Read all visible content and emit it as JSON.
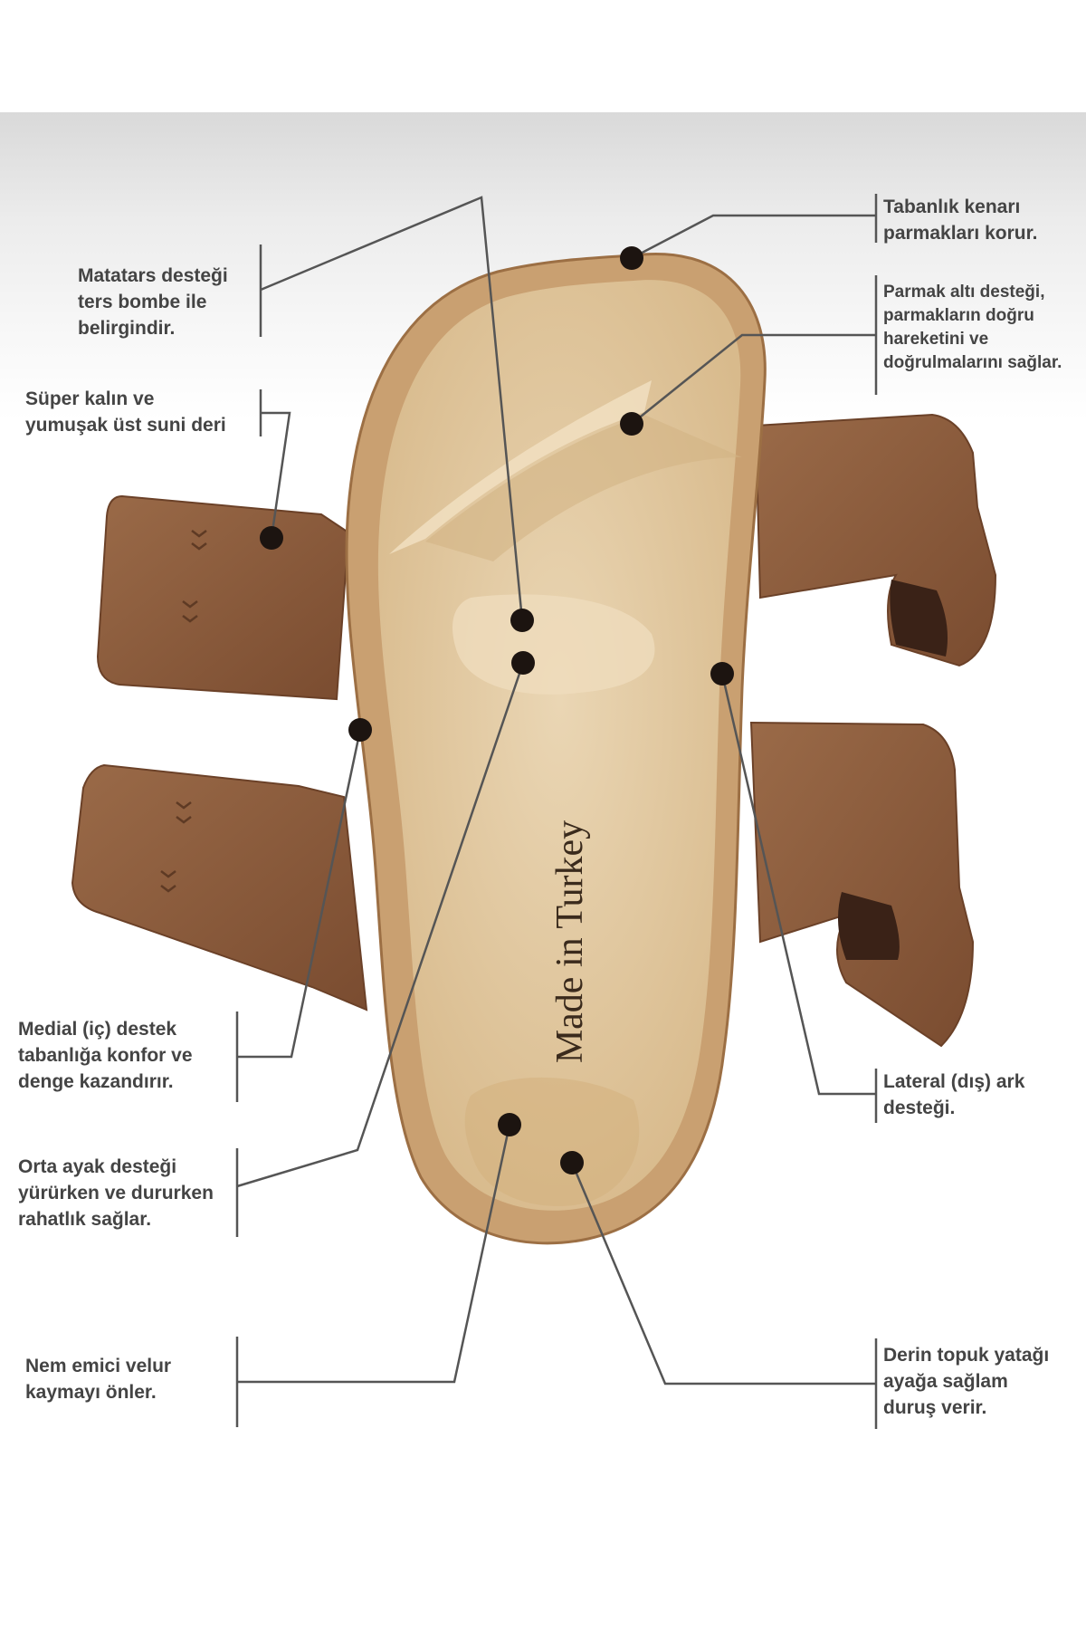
{
  "callouts": {
    "insole_edge": [
      "Tabanlık kenarı",
      "parmakları korur."
    ],
    "toe_support": [
      "Parmak altı desteği,",
      "parmakların doğru",
      "hareketini ve",
      "doğrulmalarını sağlar."
    ],
    "metatarsal": [
      "Matatars desteği",
      "ters bombe ile",
      "belirgindir."
    ],
    "upper_leather": [
      "Süper kalın ve",
      "yumuşak üst suni deri"
    ],
    "medial": [
      "Medial (iç) destek",
      "tabanlığa konfor ve",
      "denge kazandırır."
    ],
    "midfoot": [
      "Orta ayak desteği",
      "yürürken ve dururken",
      "rahatlık sağlar."
    ],
    "velour": [
      "Nem emici velur",
      "kaymayı önler."
    ],
    "lateral": [
      "Lateral (dış) ark",
      "desteği."
    ],
    "heel_cup": [
      "Derin topuk yatağı",
      "ayağa sağlam",
      "duruş verir."
    ]
  },
  "insole_stamp": "Made in Turkey",
  "colors": {
    "strap": "#8a5a3c",
    "strap_dark": "#5a3522",
    "insole": "#e3cba4",
    "insole_rim": "#b98a5a",
    "leader": "#555555",
    "dot": "#1c1410"
  }
}
